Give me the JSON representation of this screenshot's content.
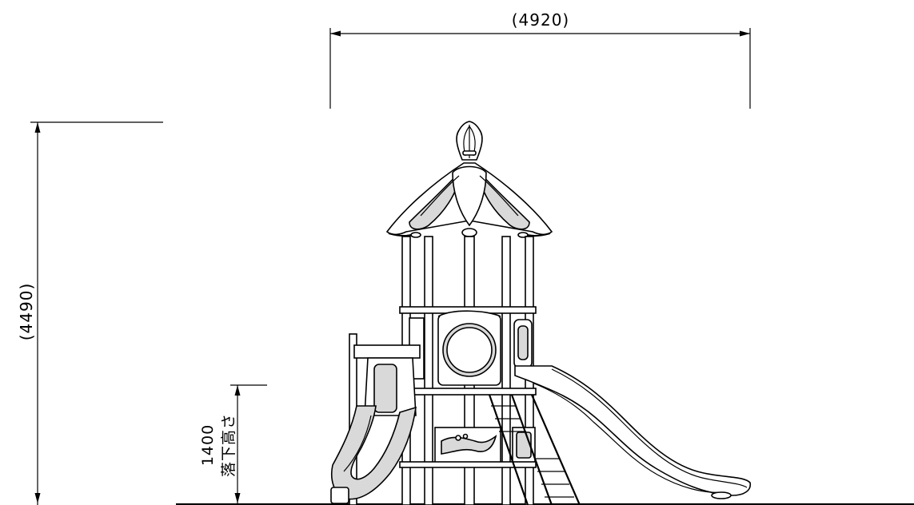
{
  "dimensions": {
    "width_label": "(4920)",
    "height_label": "(4490)",
    "fall_height_value": "1400",
    "fall_height_label": "落下高さ"
  }
}
